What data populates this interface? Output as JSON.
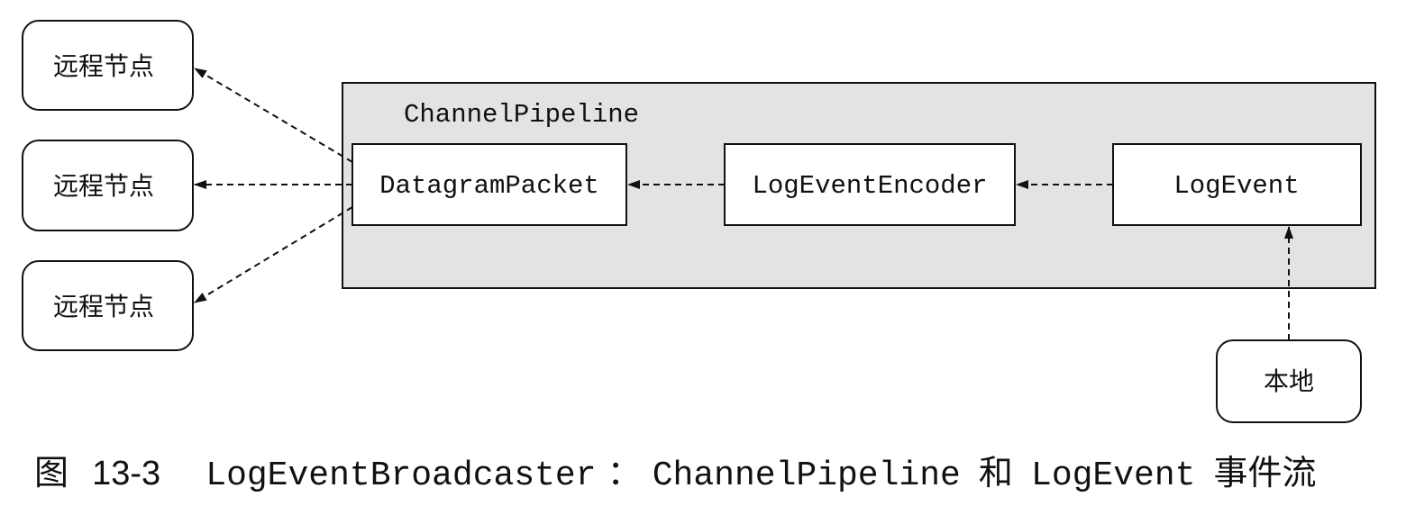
{
  "nodes": {
    "remote_1": "远程节点",
    "remote_2": "远程节点",
    "remote_3": "远程节点",
    "local": "本地",
    "pipeline_title": "ChannelPipeline",
    "datagram_packet": "DatagramPacket",
    "log_event_encoder": "LogEventEncoder",
    "log_event": "LogEvent"
  },
  "caption": {
    "prefix": "图",
    "number": "13-3",
    "class_name": "LogEventBroadcaster",
    "separator": "：",
    "pipeline": "ChannelPipeline",
    "conjunction": "和",
    "event": "LogEvent",
    "suffix": "事件流"
  },
  "colors": {
    "pipeline_fill": "#e3e3e3",
    "stroke": "#111111",
    "node_fill": "#ffffff"
  }
}
